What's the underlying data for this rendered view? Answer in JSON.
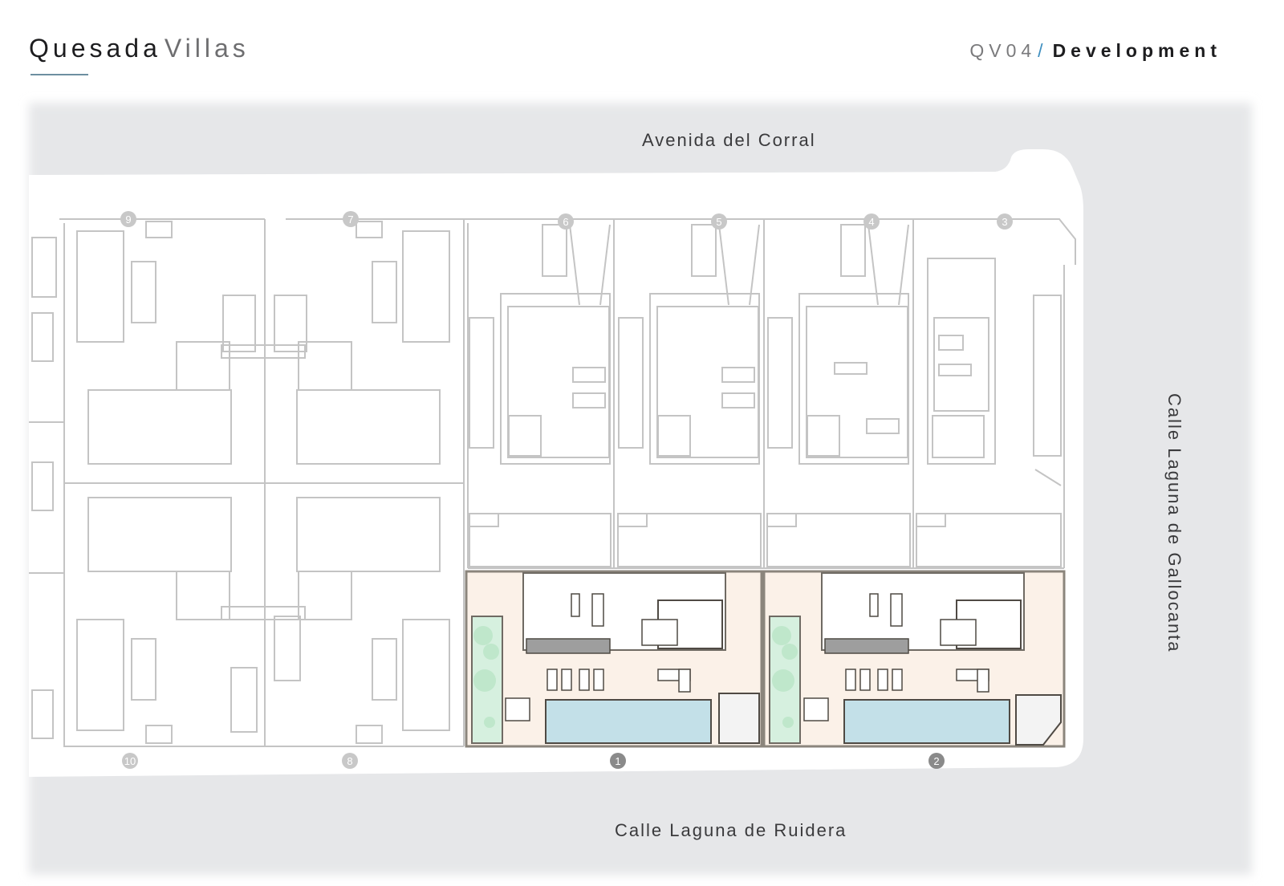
{
  "header": {
    "brand_main": "Quesada",
    "brand_sub": "Villas",
    "ref_code": "QV04",
    "ref_separator": "/",
    "ref_title": "Development"
  },
  "streets": {
    "north": "Avenida del Corral",
    "south": "Calle Laguna de Ruidera",
    "east": "Calle Laguna de Gallocanta"
  },
  "plots": [
    {
      "number": "1",
      "status": "highlighted"
    },
    {
      "number": "2",
      "status": "highlighted"
    },
    {
      "number": "3",
      "status": "default"
    },
    {
      "number": "4",
      "status": "default"
    },
    {
      "number": "5",
      "status": "default"
    },
    {
      "number": "6",
      "status": "default"
    },
    {
      "number": "7",
      "status": "default"
    },
    {
      "number": "8",
      "status": "default"
    },
    {
      "number": "9",
      "status": "default"
    },
    {
      "number": "10",
      "status": "default"
    }
  ],
  "colors": {
    "street": "#e6e7e9",
    "plan_line": "#bdbdbd",
    "highlight_wall": "#8b857c",
    "terrace": "#fbf1e8",
    "pool": "#c3e0e8",
    "garden": "#d6f0df",
    "tree": "#bfe7cb",
    "badge": "#c8c8c8",
    "badge_active": "#8a8a8a",
    "accent": "#3f8fc0"
  }
}
